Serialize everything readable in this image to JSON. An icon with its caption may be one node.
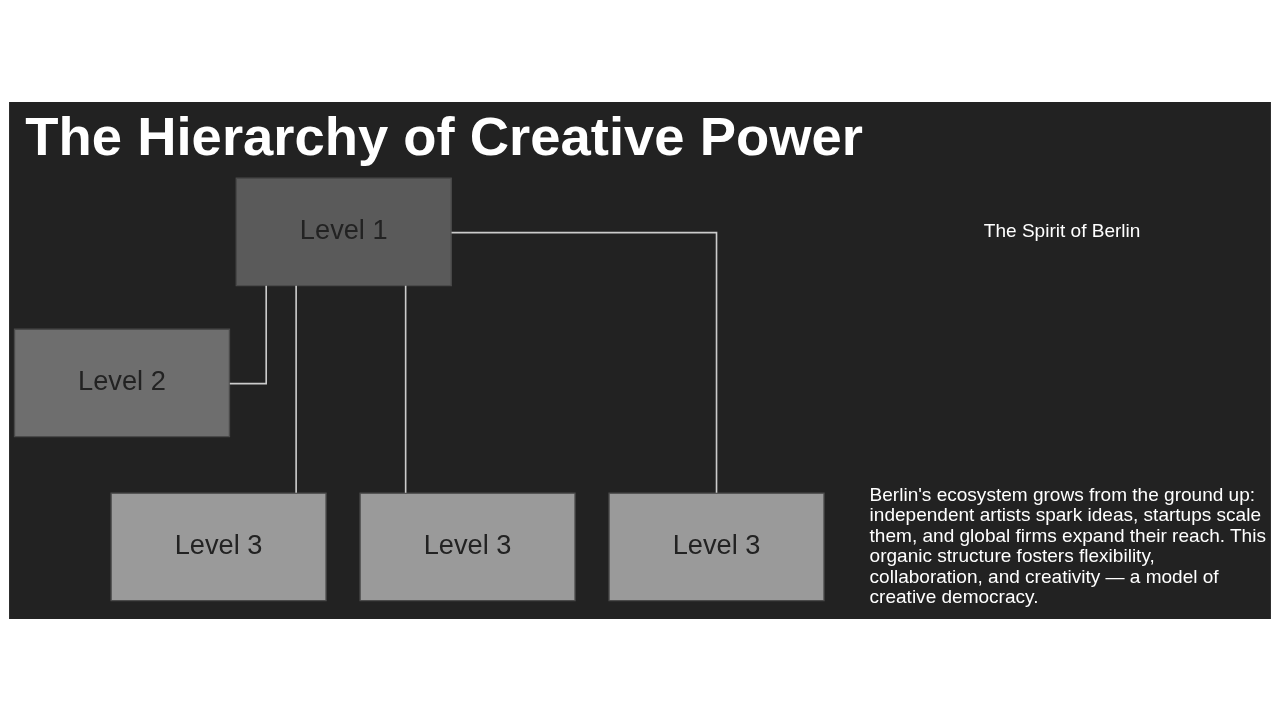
{
  "diagram": {
    "title": "The Hierarchy of Creative Power",
    "nodes": [
      {
        "text": [
          "Level 1"
        ]
      },
      {
        "text": [
          "Level 2"
        ]
      },
      {
        "text": [
          "Level 3"
        ]
      },
      {
        "text": [
          "Level 3"
        ]
      },
      {
        "text": [
          "Level 3"
        ]
      }
    ],
    "edges": [
      {
        "from": 0,
        "to": 1,
        "arrow": "none"
      },
      {
        "from": 0,
        "to": 2,
        "arrow": "none"
      },
      {
        "from": 0,
        "to": 3,
        "arrow": "none"
      },
      {
        "from": 0,
        "to": 4,
        "arrow": "none"
      }
    ],
    "labels": [
      "The Spirit of Berlin",
      "Berlin's ecosystem grows from the ground up: independent artists spark ideas, startups scale them, and global firms expand their reach. This organic structure fosters flexibility, collaboration, and creativity — a model of creative democracy."
    ]
  }
}
